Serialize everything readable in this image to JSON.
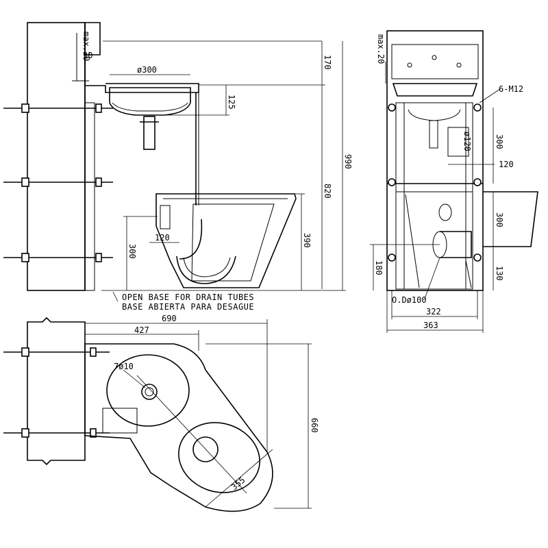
{
  "side_view": {
    "dims": {
      "max20": "max.20",
      "d30": "30",
      "d170": "170",
      "basin_dia": "ø300",
      "d125": "125",
      "d820": "820",
      "d990": "990",
      "d120": "120",
      "d300": "300",
      "d390": "390"
    },
    "base_note_en": "OPEN BASE FOR DRAIN TUBES",
    "base_note_es": "BASE ABIERTA PARA DESAGUE"
  },
  "front_view": {
    "dims": {
      "max20": "max.20",
      "bolts": "6-M12",
      "d300_upper": "300",
      "d120": "120",
      "dia120": "ø120",
      "d300_lower": "300",
      "d180": "180",
      "d130": "130",
      "outlet": "O.Dø100",
      "d322": "322",
      "d363": "363"
    }
  },
  "plan_view": {
    "dims": {
      "d690": "690",
      "d427": "427",
      "holes": "7ø10",
      "d660": "660",
      "d355": "355"
    }
  }
}
